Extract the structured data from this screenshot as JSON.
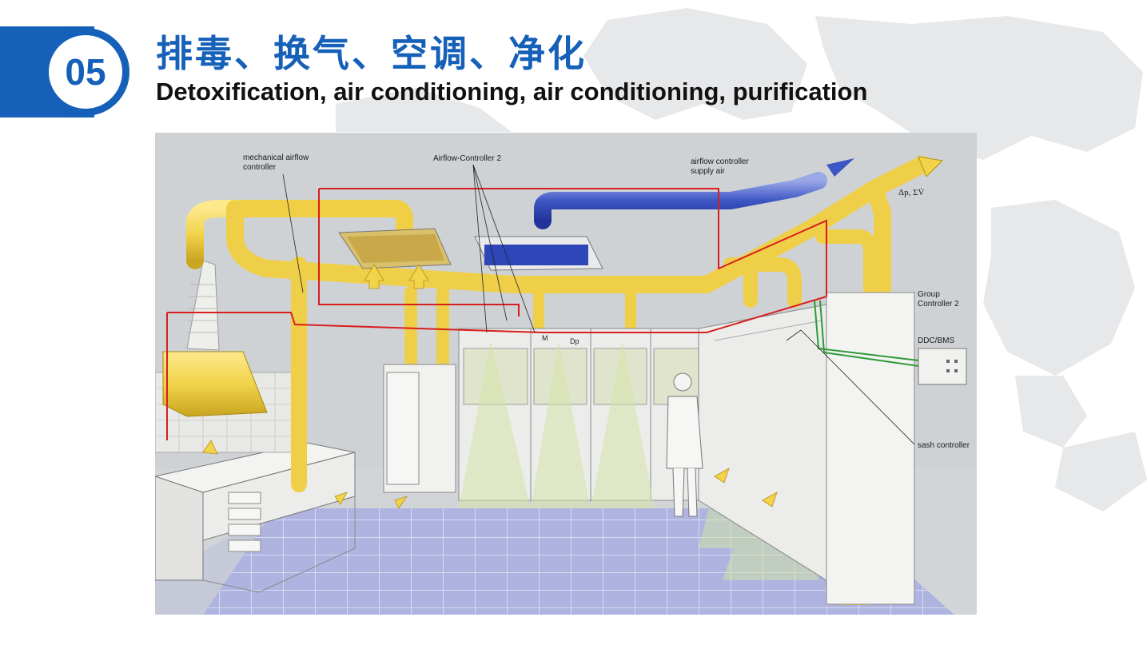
{
  "header": {
    "section_number": "05",
    "title_cn": "排毒、换气、空调、净化",
    "title_en": "Detoxification, air conditioning, air conditioning, purification"
  },
  "diagram": {
    "labels": {
      "mechanical_controller": "mechanical airflow controller",
      "airflow_controller_2": "Airflow-Controller 2",
      "airflow_controller_supply": "airflow controller supply air",
      "pressure": "Δp, ΣV̇",
      "group_controller": "Group Controller 2",
      "ddc_bms": "DDC/BMS",
      "sash_controller": "sash controller",
      "m": "M",
      "dp": "Dp"
    }
  },
  "colors": {
    "brand_blue": "#1560b8",
    "duct_yellow": "#f2d34a",
    "supply_blue": "#3d56c4",
    "control_red": "#d81e1e",
    "bus_green": "#2e9a3a"
  }
}
